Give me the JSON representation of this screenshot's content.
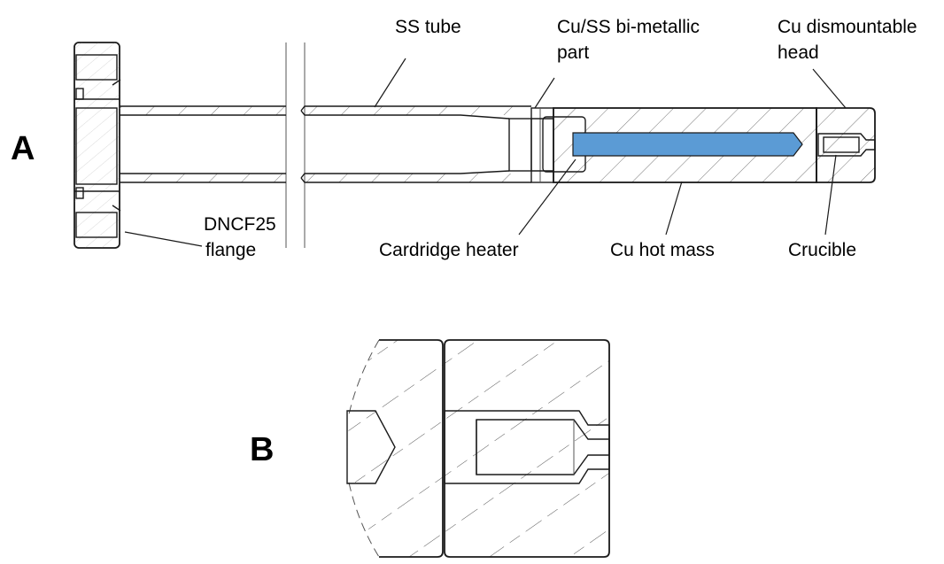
{
  "panels": {
    "a": "A",
    "b": "B"
  },
  "labels": {
    "ss_tube": "SS tube",
    "bimetal_1": "Cu/SS bi-metallic",
    "bimetal_2": "part",
    "head_1": "Cu dismountable",
    "head_2": "head",
    "flange_1": "DNCF25",
    "flange_2": "flange",
    "heater": "Cardridge heater",
    "hot_mass": "Cu hot mass",
    "crucible": "Crucible"
  },
  "colors": {
    "heater_fill": "#5b9bd5",
    "crucible_fill": "#c9b8d6",
    "line": "#1a1a1a"
  }
}
